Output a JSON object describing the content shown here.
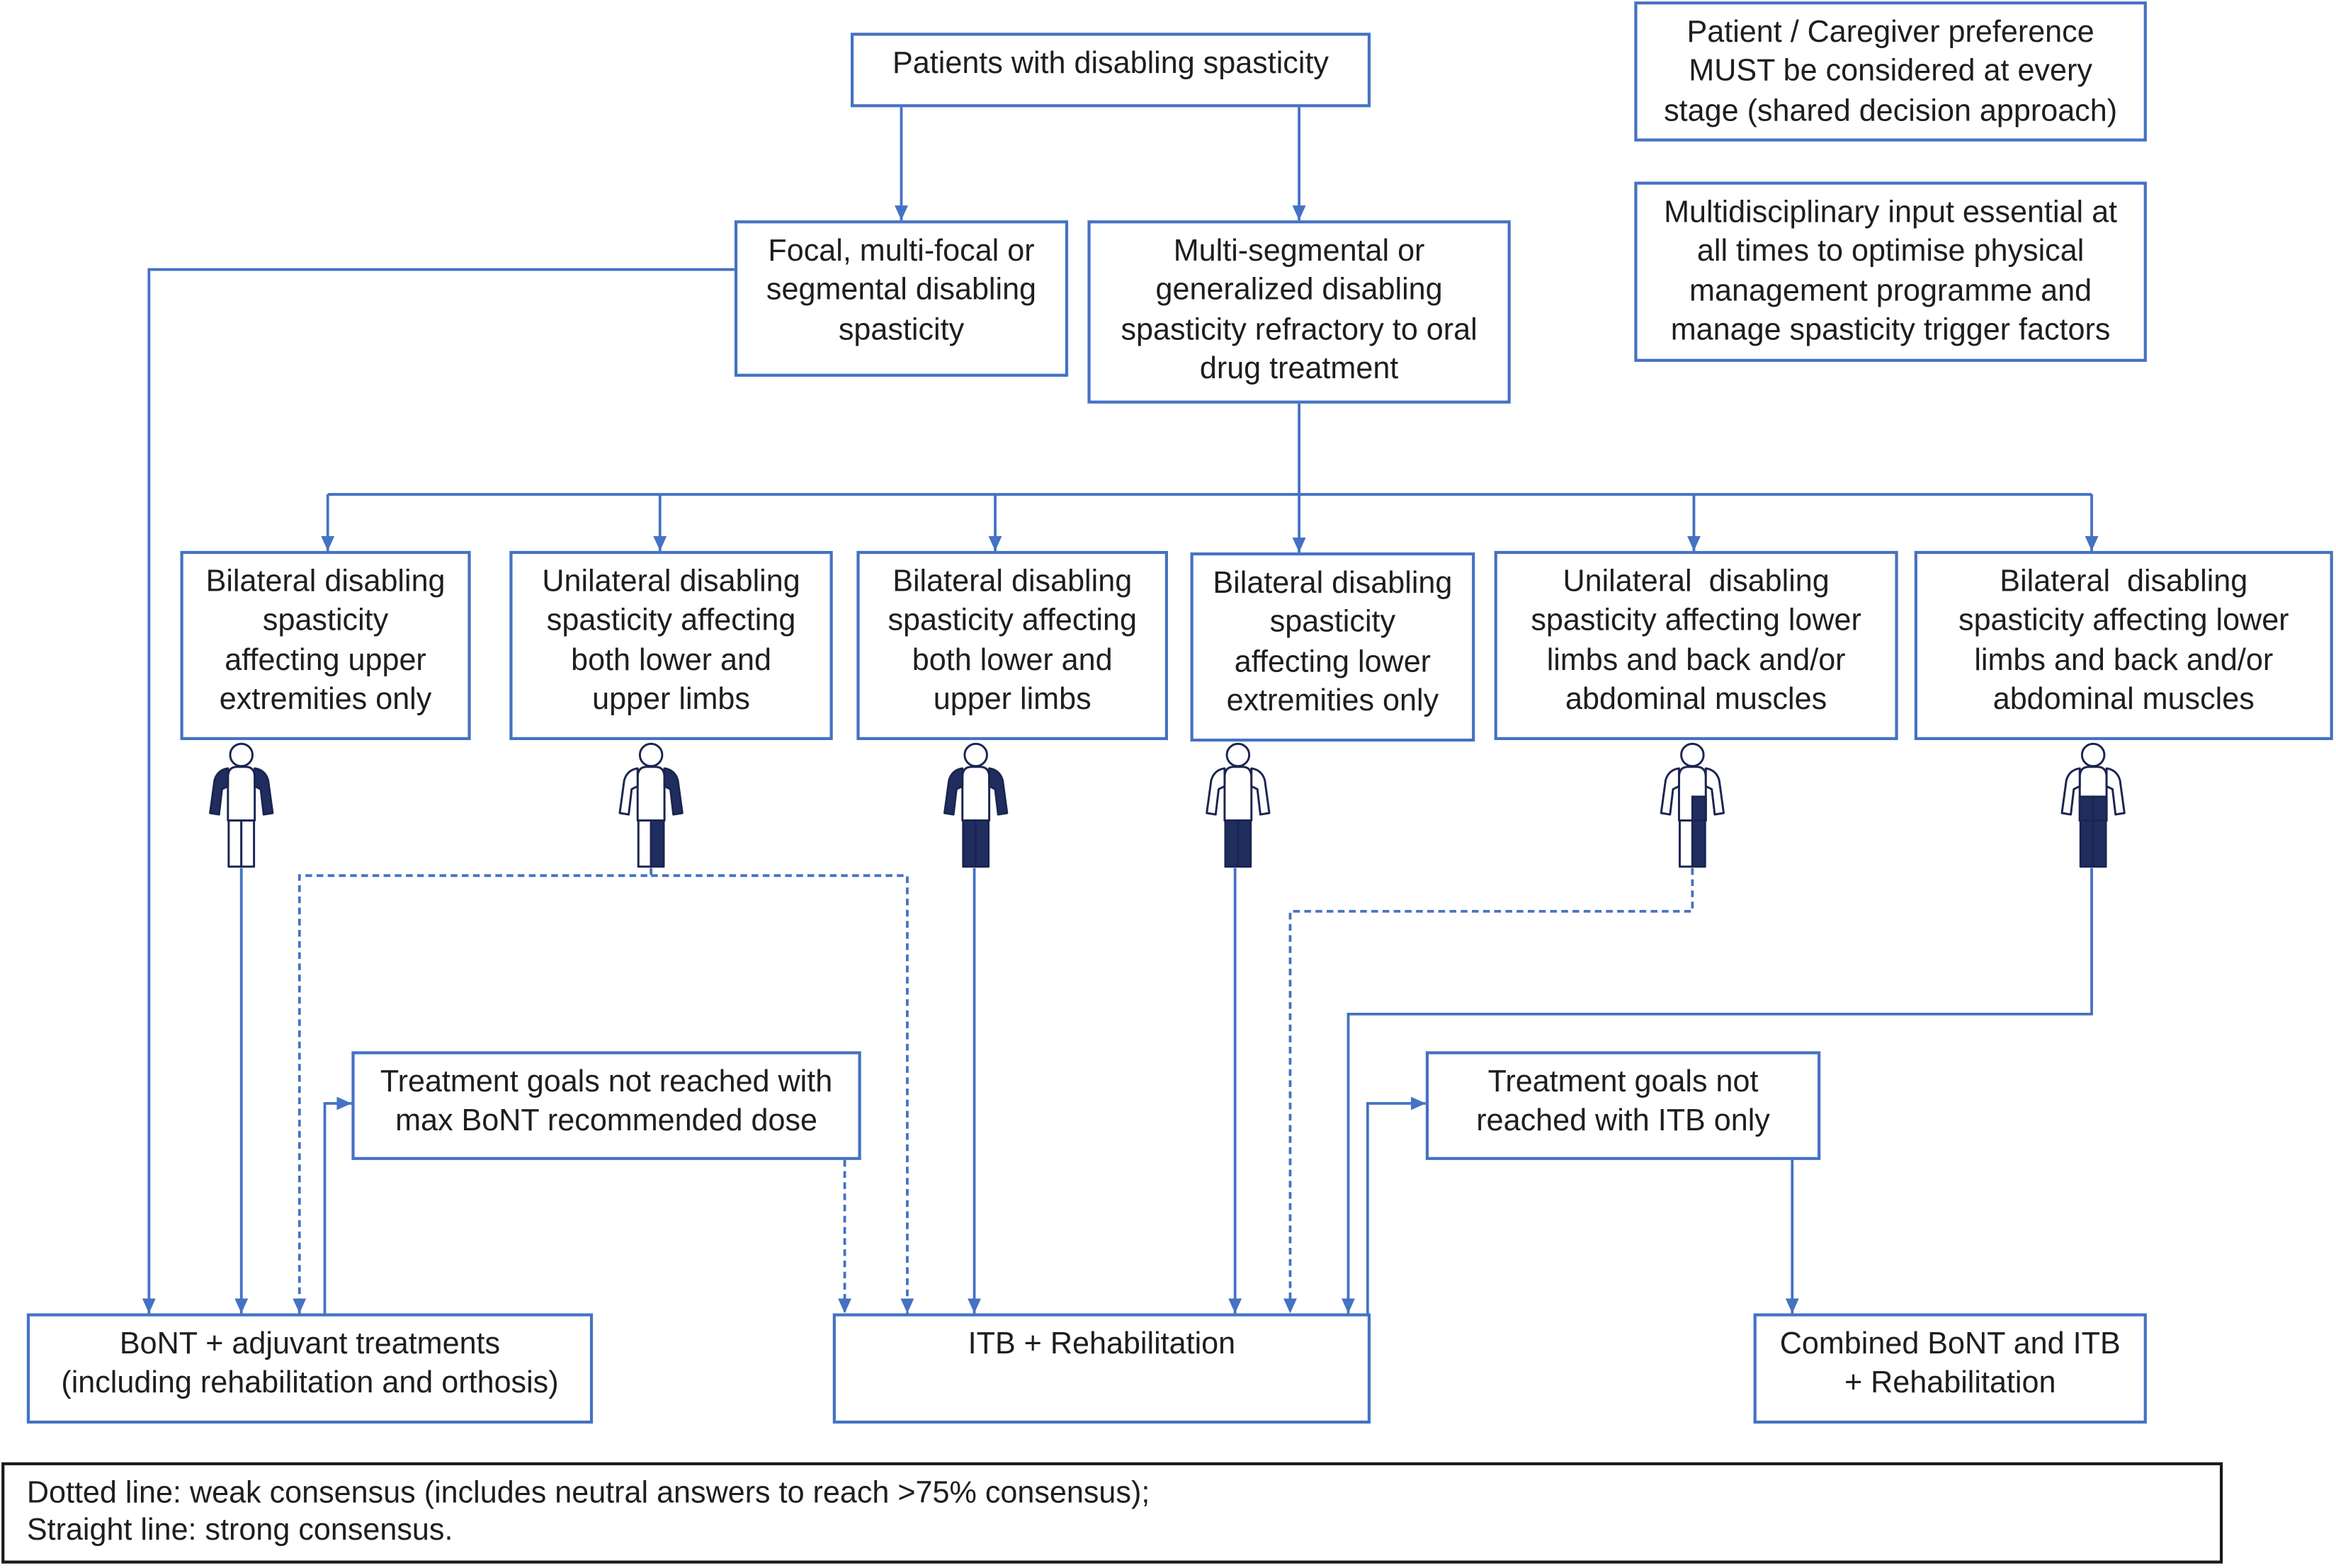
{
  "colors": {
    "box_border": "#4472c4",
    "connector": "#4472c4",
    "text": "#1e1e1e",
    "figure_outline": "#1b2550",
    "figure_affected": "#1f2d5f",
    "legend_border": "#1a1a1a"
  },
  "start": {
    "label": "Patients with disabling spasticity"
  },
  "notes": [
    {
      "label": "Patient / Caregiver preference\nMUST be considered at every\nstage (shared decision approach)"
    },
    {
      "label": "Multidisciplinary input essential at\nall times to optimise physical\nmanagement programme and\nmanage spasticity trigger factors"
    }
  ],
  "categories": [
    {
      "label": "Focal, multi-focal or\nsegmental disabling\nspasticity"
    },
    {
      "label": "Multi-segmental or\ngeneralized disabling\nspasticity refractory to oral\ndrug treatment"
    }
  ],
  "presentations": [
    {
      "label": "Bilateral disabling\nspasticity\naffecting upper\nextremities only",
      "icon": "person-icon",
      "affected": {
        "left_arm": true,
        "right_arm": true,
        "left_leg": false,
        "right_leg": false,
        "torso_left": false,
        "torso_right": false
      }
    },
    {
      "label": "Unilateral disabling\nspasticity affecting\nboth lower and\nupper limbs",
      "icon": "person-icon",
      "affected": {
        "left_arm": false,
        "right_arm": true,
        "left_leg": false,
        "right_leg": true,
        "torso_left": false,
        "torso_right": false
      }
    },
    {
      "label": "Bilateral disabling\nspasticity affecting\nboth lower and\nupper limbs",
      "icon": "person-icon",
      "affected": {
        "left_arm": true,
        "right_arm": true,
        "left_leg": true,
        "right_leg": true,
        "torso_left": false,
        "torso_right": false
      }
    },
    {
      "label": "Bilateral disabling\nspasticity\naffecting lower\nextremities only",
      "icon": "person-icon",
      "affected": {
        "left_arm": false,
        "right_arm": false,
        "left_leg": true,
        "right_leg": true,
        "torso_left": false,
        "torso_right": false
      }
    },
    {
      "label": "Unilateral  disabling\nspasticity affecting lower\nlimbs and back and/or\nabdominal muscles",
      "icon": "person-icon",
      "affected": {
        "left_arm": false,
        "right_arm": false,
        "left_leg": false,
        "right_leg": true,
        "torso_left": false,
        "torso_right": true
      }
    },
    {
      "label": "Bilateral  disabling\nspasticity affecting lower\nlimbs and back and/or\nabdominal muscles",
      "icon": "person-icon",
      "affected": {
        "left_arm": false,
        "right_arm": false,
        "left_leg": true,
        "right_leg": true,
        "torso_left": true,
        "torso_right": true
      }
    }
  ],
  "goal_checks": [
    {
      "label": "Treatment goals not reached with\nmax BoNT recommended dose"
    },
    {
      "label": "Treatment goals not\nreached with ITB only"
    }
  ],
  "treatments": [
    {
      "label": "BoNT + adjuvant treatments\n(including rehabilitation and orthosis)"
    },
    {
      "label": "ITB + Rehabilitation"
    },
    {
      "label": "Combined BoNT and ITB\n+ Rehabilitation"
    }
  ],
  "connectors": {
    "start_to_focal": {
      "dashed": false
    },
    "start_to_multisegmental": {
      "dashed": false
    },
    "focal_to_bont": {
      "dashed": false
    },
    "multisegmental_to_bilateral_lower": {
      "dashed": false
    },
    "presentation_split_bar": {
      "dashed": false
    },
    "to_bilateral_upper": {
      "dashed": false
    },
    "to_unilateral_upper_lower": {
      "dashed": false
    },
    "to_bilateral_upper_lower": {
      "dashed": false
    },
    "to_unilateral_lower_trunk": {
      "dashed": false
    },
    "to_bilateral_lower_trunk": {
      "dashed": false
    },
    "bilateral_upper_to_bont": {
      "dashed": false
    },
    "unilateral_upper_lower_to_bont": {
      "dashed": true
    },
    "unilateral_upper_lower_to_itb": {
      "dashed": true
    },
    "bilateral_upper_lower_to_itb": {
      "dashed": false
    },
    "bilateral_lower_to_itb": {
      "dashed": false
    },
    "unilateral_lower_trunk_to_itb": {
      "dashed": true
    },
    "bilateral_lower_trunk_to_itb": {
      "dashed": false
    },
    "bont_to_goal_check": {
      "dashed": false
    },
    "goal_check_bont_to_itb": {
      "dashed": true
    },
    "itb_to_goal_check": {
      "dashed": false
    },
    "goal_check_itb_to_combined": {
      "dashed": false
    }
  },
  "legend": {
    "weak": "Dotted line: weak consensus (includes neutral answers to reach >75% consensus);",
    "strong": "Straight line: strong consensus."
  }
}
